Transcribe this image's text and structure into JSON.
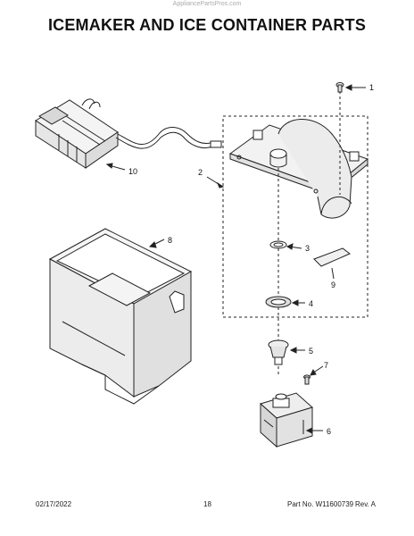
{
  "watermark": "AppliancePartsPros.com",
  "title": "ICEMAKER AND ICE CONTAINER PARTS",
  "callouts": [
    "1",
    "2",
    "3",
    "4",
    "5",
    "6",
    "7",
    "8",
    "9",
    "10"
  ],
  "footer": {
    "date": "02/17/2022",
    "page": "18",
    "part_no": "Part No. W11600739",
    "rev": "Rev. A"
  }
}
